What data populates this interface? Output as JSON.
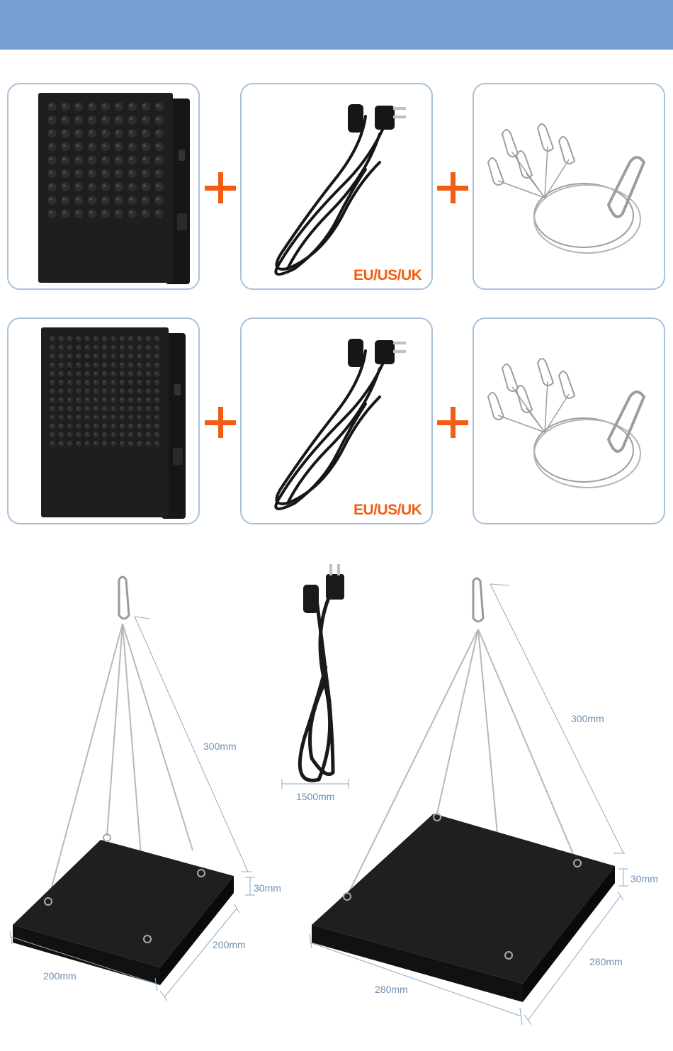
{
  "colors": {
    "band": "#779ed3",
    "border": "#a8c0dc",
    "accent": "#f25c13",
    "dim": "#6f8fb2",
    "panel": "#1e1e1e"
  },
  "icons": {
    "plus": "plus-icon"
  },
  "rows": [
    {
      "panel_icon": "led-panel-81-icon",
      "cord_icon": "power-cord-icon",
      "cord_label": "EU/US/UK",
      "kit_icon": "hanging-kit-icon"
    },
    {
      "panel_icon": "led-panel-169-icon",
      "cord_icon": "power-cord-icon",
      "cord_label": "EU/US/UK",
      "kit_icon": "hanging-kit-icon"
    }
  ],
  "dimensions": {
    "small": {
      "hang": "300mm",
      "thickness": "30mm",
      "depth": "200mm",
      "width": "200mm"
    },
    "cord": {
      "length": "1500mm"
    },
    "large": {
      "hang": "300mm",
      "thickness": "30mm",
      "depth": "280mm",
      "width": "280mm"
    }
  }
}
